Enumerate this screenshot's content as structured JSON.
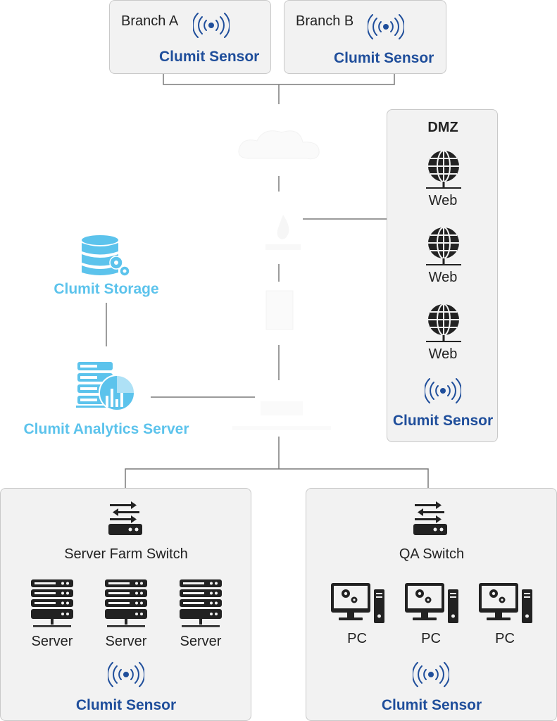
{
  "colors": {
    "sensor_text": "#1f4e9b",
    "clumit_cyan": "#5cc3ec",
    "box_fill": "#f2f2f2",
    "box_border": "#c9c9c9",
    "line": "#7a7a7a",
    "icon_dark": "#222222"
  },
  "branch_a": {
    "label": "Branch A",
    "sensor": "Clumit Sensor"
  },
  "branch_b": {
    "label": "Branch B",
    "sensor": "Clumit Sensor"
  },
  "dmz": {
    "title": "DMZ",
    "servers": [
      "Web",
      "Web",
      "Web"
    ],
    "sensor": "Clumit Sensor"
  },
  "storage": {
    "label": "Clumit Storage"
  },
  "analytics": {
    "label": "Clumit Analytics Server"
  },
  "server_farm": {
    "switch_label": "Server Farm Switch",
    "servers": [
      "Server",
      "Server",
      "Server"
    ],
    "sensor": "Clumit Sensor"
  },
  "qa": {
    "switch_label": "QA Switch",
    "pcs": [
      "PC",
      "PC",
      "PC"
    ],
    "sensor": "Clumit Sensor"
  }
}
